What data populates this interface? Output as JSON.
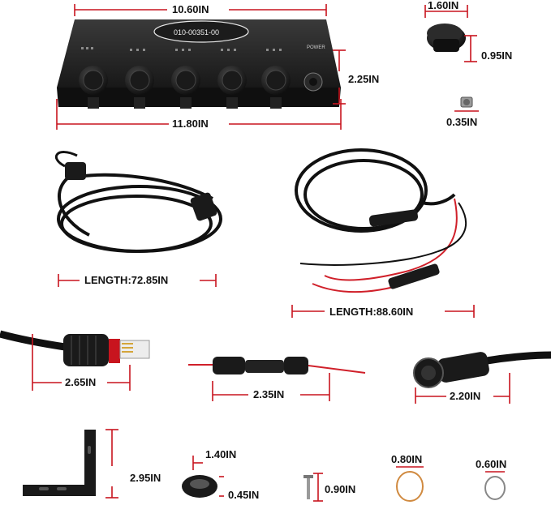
{
  "device": {
    "part_number": "010-00351-00",
    "power_label": "POWER"
  },
  "dimensions": {
    "hub_width": "10.60IN",
    "hub_total_width": "11.80IN",
    "hub_height": "2.25IN",
    "cap_width": "1.60IN",
    "cap_height": "0.95IN",
    "screw": "0.35IN",
    "ethernet_cable_length": "LENGTH:72.85IN",
    "power_cable_length": "LENGTH:88.60IN",
    "ethernet_connector": "2.65IN",
    "fuse_holder": "2.35IN",
    "round_connector": "2.20IN",
    "bracket_height": "2.95IN",
    "ring_width": "1.40IN",
    "ring_height": "0.45IN",
    "bolt": "0.90IN",
    "washer_large": "0.80IN",
    "washer_small": "0.60IN"
  },
  "colors": {
    "dimension_line": "#c8141e",
    "product": "#151515",
    "wire_red": "#d0202a"
  }
}
